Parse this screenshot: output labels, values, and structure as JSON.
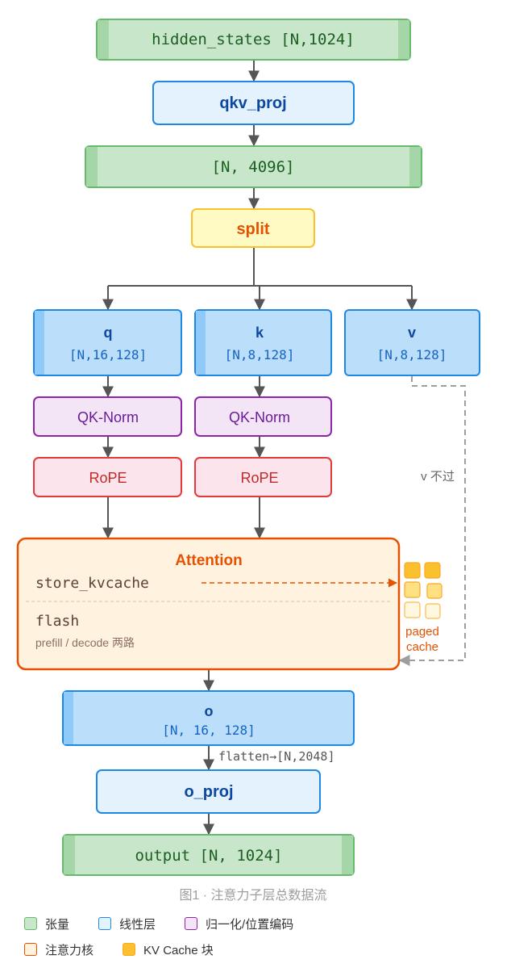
{
  "colors": {
    "tensor_fill": "#c8e6c9",
    "tensor_stroke": "#66bb6a",
    "tensor_text": "#1b5e20",
    "linear_fill": "#e3f2fd",
    "linear_stroke": "#1e88e5",
    "linear_text": "#0d47a1",
    "head_fill": "#bbdefb",
    "norm_fill": "#f3e5f5",
    "norm_stroke": "#8e24aa",
    "norm_text": "#6a1b9a",
    "rope_fill": "#fce4ec",
    "rope_stroke": "#e53935",
    "rope_text": "#c62828",
    "split_fill": "#fff9c4",
    "split_stroke": "#fbc02d",
    "split_text": "#e65100",
    "attn_fill": "#fff3e0",
    "attn_stroke": "#e65100",
    "cache_fill": "#fbc02d",
    "arrow": "#555555",
    "bypass": "#9e9e9e"
  },
  "nodes": {
    "hidden_states": "hidden_states [N,1024]",
    "qkv_proj": "qkv_proj",
    "qkv_out": "[N, 4096]",
    "split": "split",
    "q_title": "q",
    "q_shape": "[N,16,128]",
    "k_title": "k",
    "k_shape": "[N,8,128]",
    "v_title": "v",
    "v_shape": "[N,8,128]",
    "qk_norm_q": "QK-Norm",
    "qk_norm_k": "QK-Norm",
    "rope_q": "RoPE",
    "rope_k": "RoPE",
    "v_bypass": "v 不过",
    "attention_title": "Attention",
    "store_kvcache": "store_kvcache",
    "flash": "flash",
    "flash_note": "prefill / decode 两路",
    "paged_cache_line1": "paged",
    "paged_cache_line2": "cache",
    "o_title": "o",
    "o_shape": "[N, 16, 128]",
    "flatten": "flatten→[N,2048]",
    "o_proj": "o_proj",
    "output": "output [N, 1024]"
  },
  "caption": "图1 · 注意力子层总数据流",
  "legend": {
    "tensor": "张量",
    "linear": "线性层",
    "norm": "归一化/位置编码",
    "attn": "注意力核",
    "cache": "KV Cache 块"
  }
}
